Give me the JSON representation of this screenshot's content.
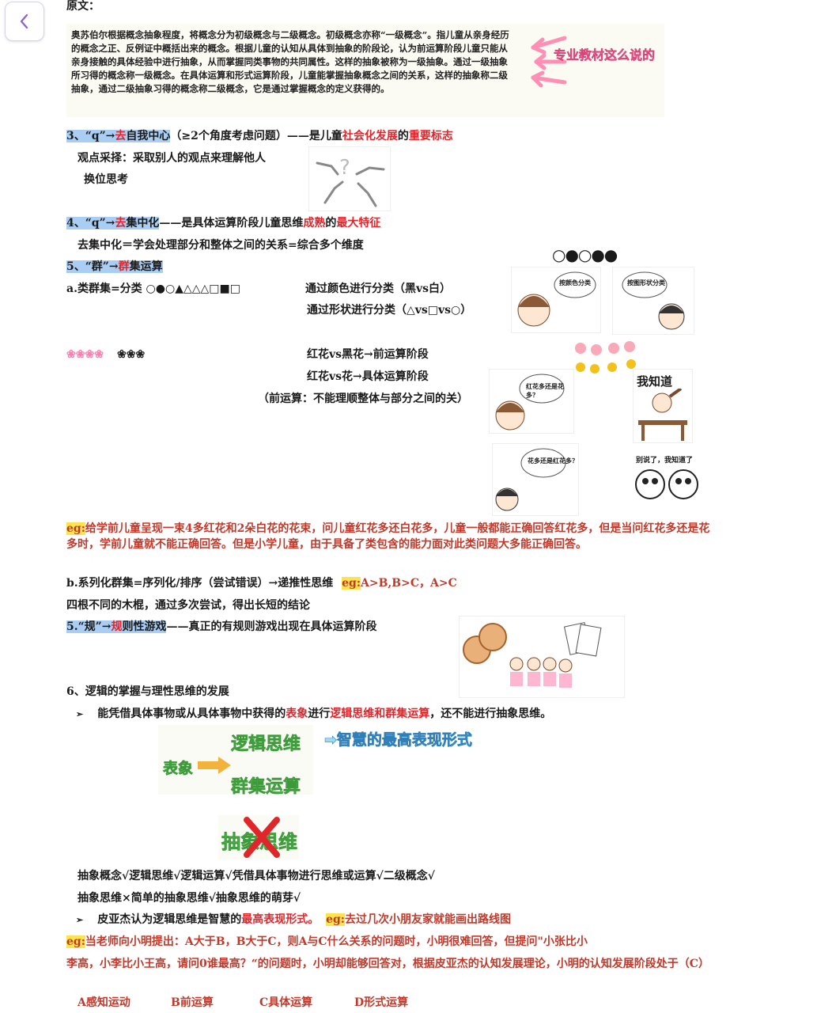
{
  "nav": {
    "back_icon": "chevron-left-icon"
  },
  "header": {
    "label": "原文："
  },
  "quote": {
    "text": "奥苏伯尔根据概念抽象程度，将概念分为初级概念与二级概念。初级概念亦称“一级概念”。指儿童从亲身经历的概念之正、反例证中概括出来的概念。根据儿童的认知从具体到抽象的阶段论，认为前运算阶段儿童只能从亲身接触的具体经验中进行抽象，从而掌握同类事物的共同属性。这样的抽象被称为一级抽象。通过一级抽象所习得的概念称一级概念。在具体运算和形式运算阶段，儿童能掌握抽象概念之间的关系，这样的抽象称二级抽象，通过二级抽象习得的概念称二级概念，它是通过掌握概念的定义获得的。",
    "tag": "专业教材这么说的"
  },
  "s3": {
    "num": "3、“q”→",
    "key": "去",
    "rest": "自我中心",
    "mid": "（≥2个角度考虑问题）——是儿童",
    "r1": "社会化发展",
    "mid2": "的",
    "r2": "重要标志",
    "l1": "观点采择：采取别人的观点来理解他人",
    "l2": "换位思考"
  },
  "s4": {
    "num": "4、“q”→",
    "key": "去",
    "rest": "集中化",
    "mid": "——是具体运算阶段儿童思维",
    "r1": "成熟",
    "mid2": "的",
    "r2": "最大特征",
    "l1": "去集中化＝学会处理部分和整体之间的关系=综合多个维度"
  },
  "s5": {
    "num": "5、“群”→",
    "key": "群",
    "rest": "集运算",
    "a_label": "a.类群集=分类 ○●○▲△△△□■□",
    "a1": "通过颜色进行分类（黑vs白）",
    "a2": "通过形状进行分类（△vs□vs○）",
    "flowers_pink": "❀❀❀❀",
    "flowers_black": "❀❀❀",
    "f1": "红花vs黑花→前运算阶段",
    "f2": "红花vs花→具体运算阶段",
    "f3": "（前运算：不能理顺整体与部分之间的关）",
    "circles": "○●○●●",
    "bubble1": "按颜色分类",
    "bubble2": "按图形状分类",
    "bubble3": "红花多还是花多？",
    "bubble4": "花多还是红花多？",
    "meme1": "我知道",
    "meme2": "别说了，我知道了"
  },
  "eg1": {
    "label": "eg:",
    "text": "给学前儿童呈现一束4多红花和2朵白花的花束，问儿童红花多还白花多，儿童一般都能正确回答红花多，但是当问红花多还是花多时，学前儿童就不能正确回答。但是小学儿童，由于具备了类包含的能力面对此类问题大多能正确回答。"
  },
  "sb": {
    "l1": "b.系列化群集=序列化/排序（尝试错误）→递推性思维",
    "eg": "eg:",
    "l1eg": "A>B,B>C，A>C",
    "l2": "四根不同的木棍，通过多次尝试，得出长短的结论"
  },
  "s5b": {
    "num": "5.“规”→",
    "key": "规",
    "rest": "则性游戏",
    "mid": "——真正的有规则游戏出现在具体运算阶段"
  },
  "s6": {
    "title": "6、逻辑的掌握与理性思维的发展",
    "b1a": "能凭借具体事物或从具体事物中获得的",
    "b1r1": "表象",
    "b1b": "进行",
    "b1r2": "逻辑思维和群集运算",
    "b1c": "，还不能进行抽象思维。",
    "flow_left": "表象",
    "flow_top": "逻辑思维",
    "flow_bottom": "群集运算",
    "flow_right": "➡智慧的最高表现形式",
    "abstract": "抽象思维",
    "check1": "抽象概念√逻辑思维√逻辑运算√凭借具体事物进行思维或运算√二级概念√",
    "check2": "抽象思维×简单的抽象思维√抽象思维的萌芽√",
    "b2a": "皮亚杰认为逻辑思维是智慧的",
    "b2r": "最高表现形式。",
    "b2eg": "eg:",
    "b2c": "去过几次小朋友家就能画出路线图"
  },
  "eg2": {
    "label": "eg:",
    "text1": "当老师向小明提出：A大于B，B大于C，则A与C什么关系的问题时，小明很难回答，但提问\"小张比小",
    "text2": "李高，小李比小王高，请问0谁最高？“的问题时，小明却能够回答对，根据皮亚杰的认知发展理论，小明的认知发展阶段处于（C）"
  },
  "options": [
    "A感知运动",
    "B前运算",
    "C具体运算",
    "D形式运算"
  ],
  "colors": {
    "red": "#e0252b",
    "blue_highlight": "#a9cdf3",
    "yellow_highlight": "#fde34d",
    "accent_purple": "#8a5fd0"
  }
}
